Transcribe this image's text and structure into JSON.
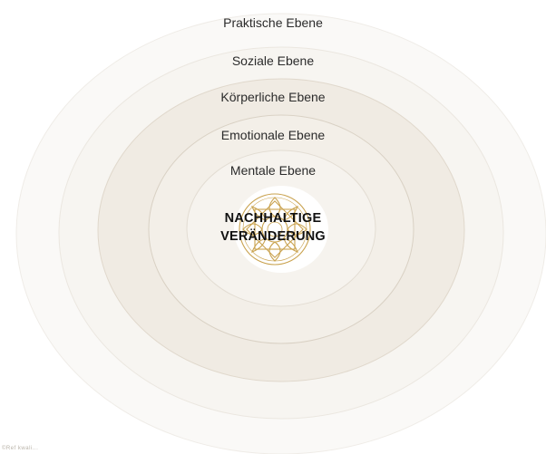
{
  "diagram": {
    "rings": [
      {
        "label": "Praktische Ebene",
        "fill": "#faf9f7",
        "stroke": "#efece7"
      },
      {
        "label": "Soziale Ebene",
        "fill": "#f7f5f1",
        "stroke": "#ebe7e0"
      },
      {
        "label": "Körperliche Ebene",
        "fill": "#f0ebe3",
        "stroke": "#e0d8cc"
      },
      {
        "label": "Emotionale Ebene",
        "fill": "#f3efe8",
        "stroke": "#d9d1c4"
      },
      {
        "label": "Mentale Ebene",
        "fill": "#f6f3ee",
        "stroke": "#e3ddd3"
      }
    ],
    "center": {
      "line1": "NACHHALTIGE",
      "line2": "VERÄNDERUNG",
      "emblem_icon": "mandala-ornament-icon",
      "emblem_color": "#c9a24e"
    },
    "credit": "©Ref kwali..."
  }
}
